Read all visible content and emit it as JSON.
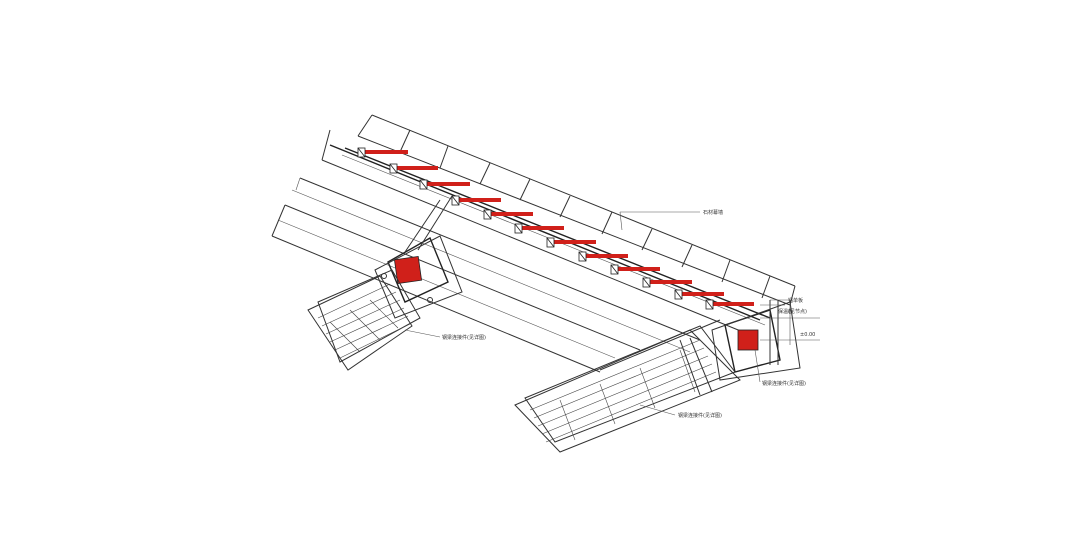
{
  "diagram": {
    "annotations": [
      {
        "id": "upper_right",
        "text": "石材幕墙"
      },
      {
        "id": "right_top_1",
        "text": "铝单板"
      },
      {
        "id": "right_top_2",
        "text": "保温板"
      },
      {
        "id": "right_top_3",
        "text": "(见节点)"
      },
      {
        "id": "mid_left",
        "text": "钢梁连接件(见详图)"
      },
      {
        "id": "lower_right",
        "text": "钢梁连接件(见详图)"
      },
      {
        "id": "bottom_mid",
        "text": "钢梁连接件(见详图)"
      },
      {
        "id": "right_dim",
        "text": "±0.00"
      }
    ],
    "colors": {
      "line": "#333333",
      "accent_red": "#d0201a",
      "dark_red": "#8a1410"
    }
  }
}
